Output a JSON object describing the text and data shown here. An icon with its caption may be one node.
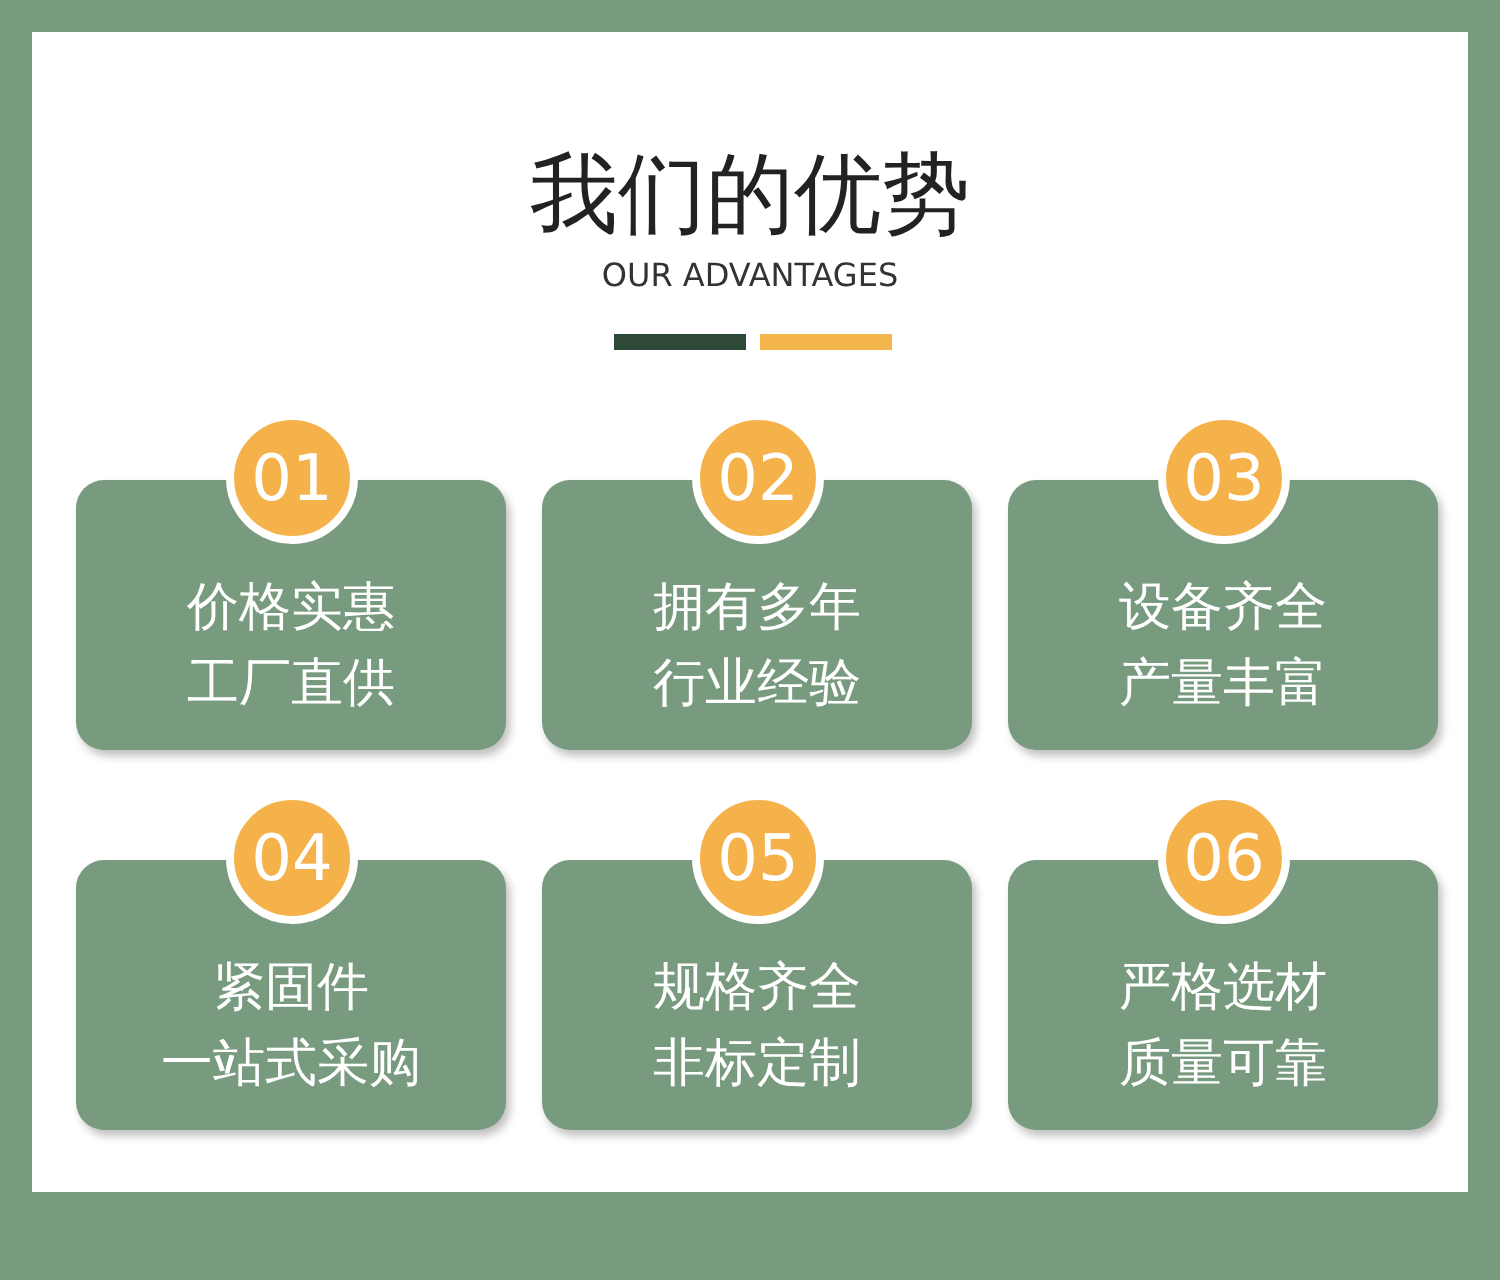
{
  "diagram": {
    "title": "我们的优势",
    "nodes": [
      {
        "text": [
          "01",
          "价格实惠",
          "工厂直供"
        ]
      },
      {
        "text": [
          "02",
          "拥有多年",
          "行业经验"
        ]
      },
      {
        "text": [
          "03",
          "设备齐全",
          "产量丰富"
        ]
      },
      {
        "text": [
          "04",
          "紧固件",
          "一站式采购"
        ]
      },
      {
        "text": [
          "05",
          "规格齐全",
          "非标定制"
        ]
      },
      {
        "text": [
          "06",
          "严格选材",
          "质量可靠"
        ]
      }
    ],
    "labels": [
      "OUR ADVANTAGES"
    ]
  }
}
